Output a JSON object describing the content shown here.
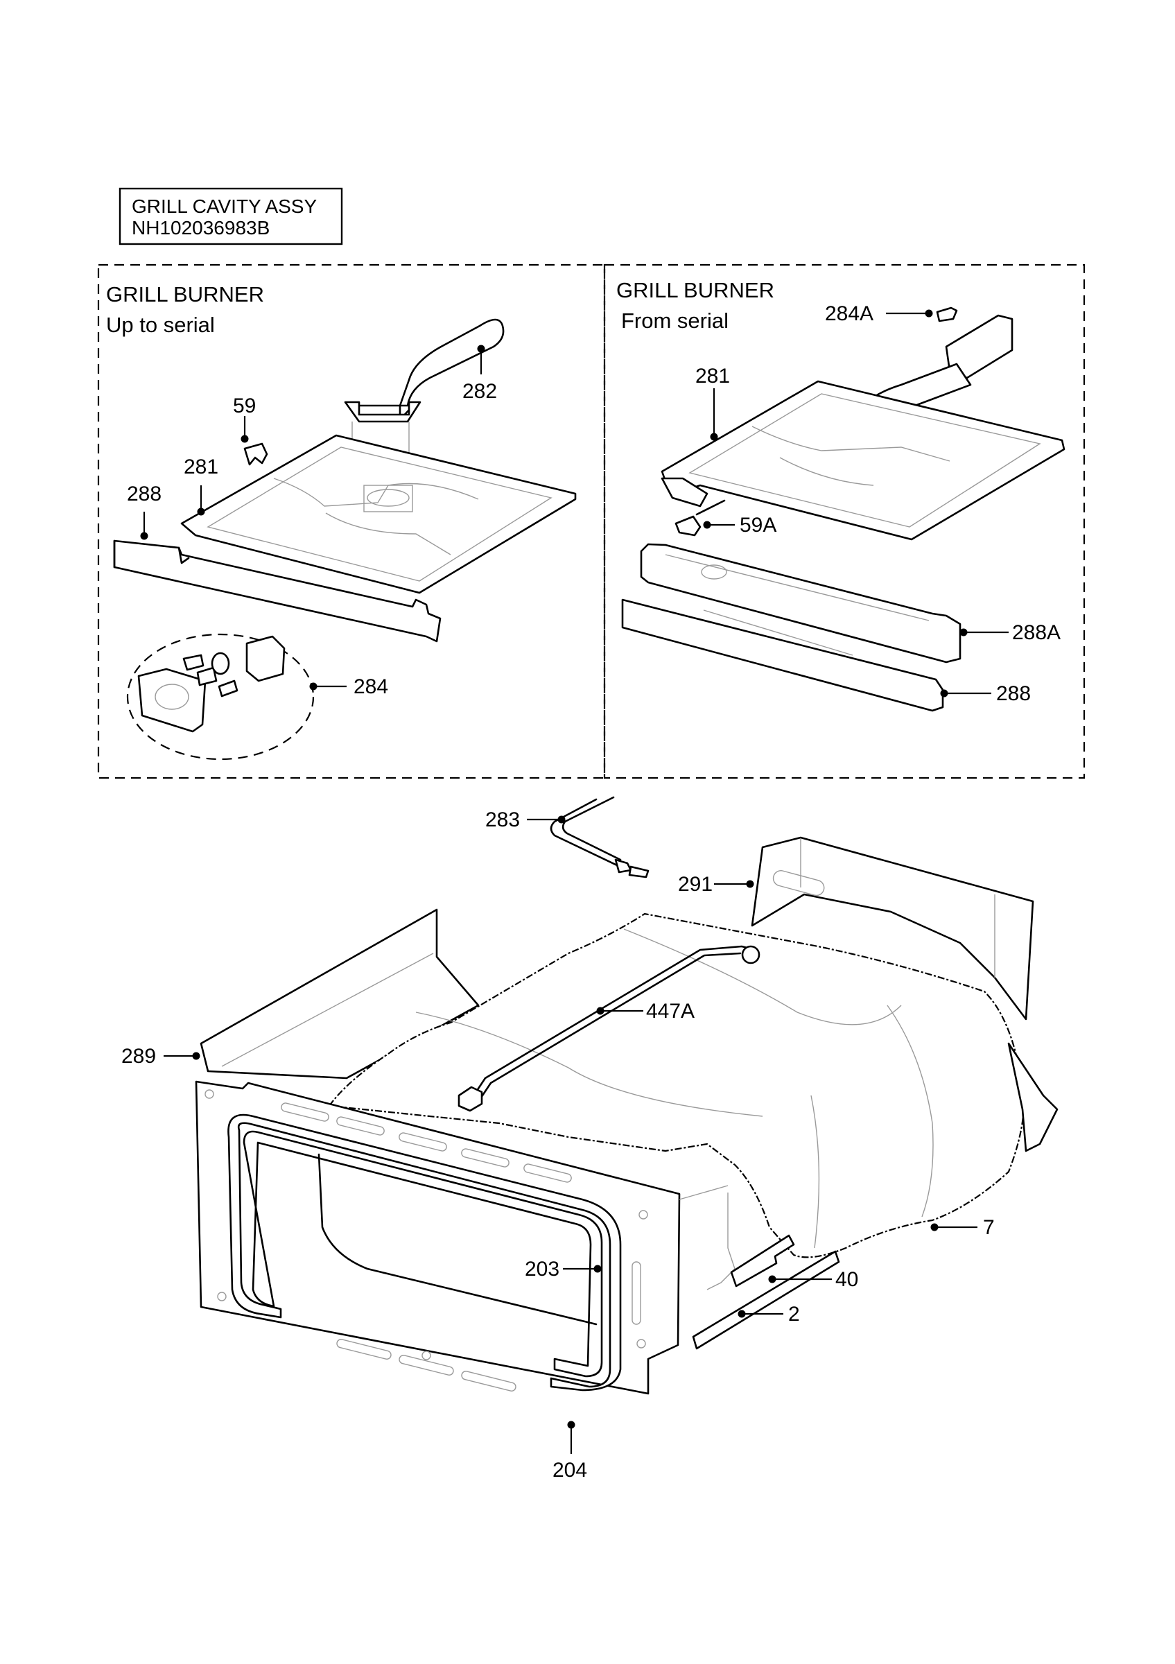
{
  "assembly": {
    "title": "GRILL CAVITY ASSY",
    "code": "NH102036983B"
  },
  "sections": {
    "left": {
      "title": "GRILL BURNER",
      "subtitle": "Up to serial"
    },
    "right": {
      "title": "GRILL BURNER",
      "subtitle": "From serial"
    }
  },
  "callouts": {
    "left": [
      "282",
      "59",
      "281",
      "288",
      "284"
    ],
    "right": [
      "284A",
      "281",
      "59A",
      "288A",
      "288"
    ],
    "main": [
      "283",
      "291",
      "447A",
      "289",
      "203",
      "7",
      "40",
      "2",
      "204"
    ]
  }
}
